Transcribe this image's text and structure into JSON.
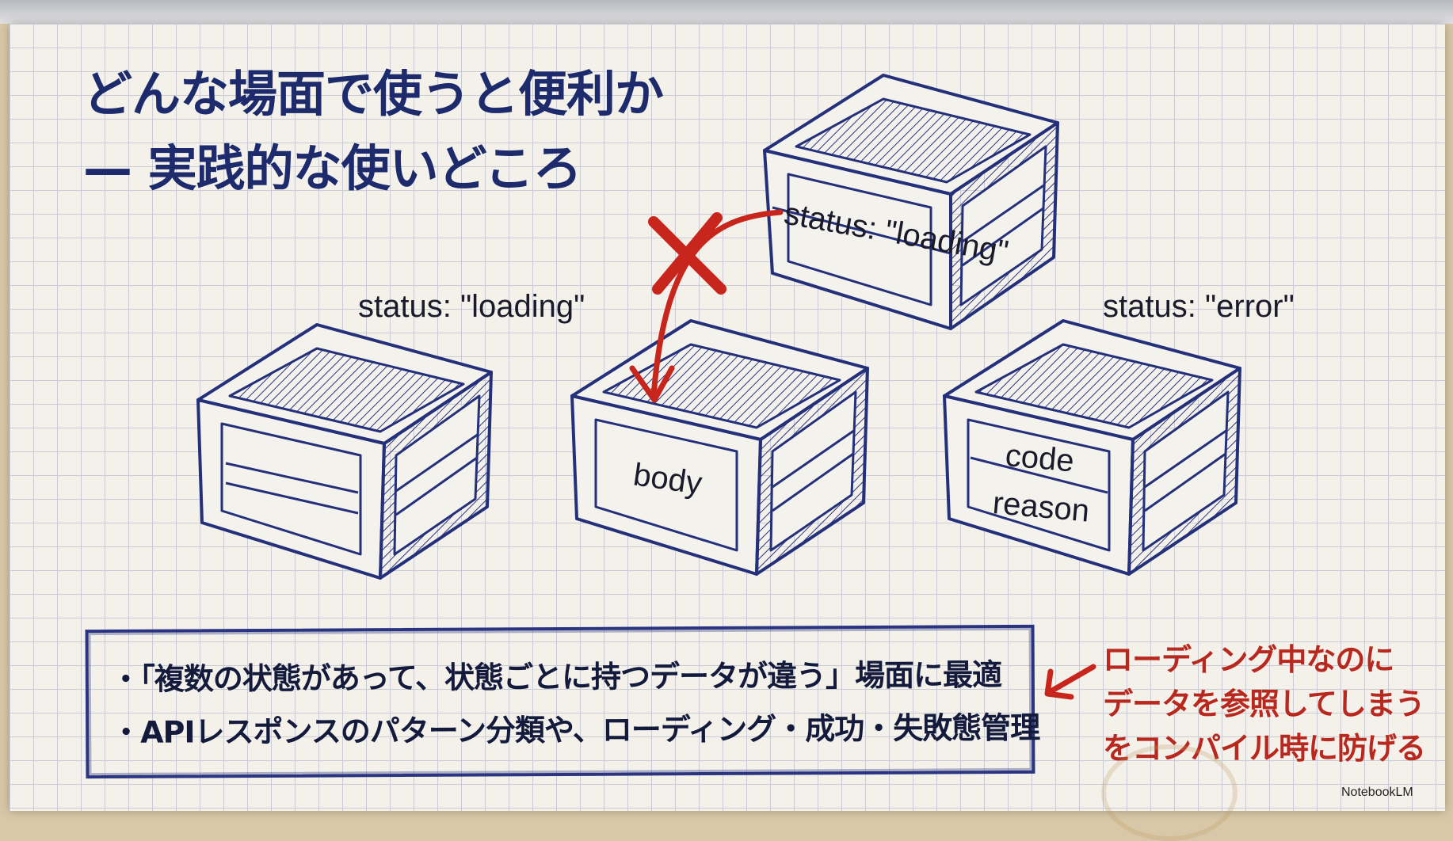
{
  "title": {
    "line1": "どんな場面で使うと便利か",
    "line2": "— 実践的な使いどころ"
  },
  "diagram": {
    "top_crate_label": "status: \"loading\"",
    "left_crate_label": "status: \"loading\"",
    "middle_crate_label": "body",
    "right_crate_label": "status: \"error\"",
    "right_crate_field1": "code",
    "right_crate_field2": "reason"
  },
  "summary": {
    "bullet1": "・「複数の状態があって、状態ごとに持つデータが違う」場面に最適",
    "bullet2": "・APIレスポンスのパターン分類や、ローディング・成功・失敗態管理"
  },
  "note": {
    "line1": "ローディング中なのに",
    "line2": "データを参照してしまう",
    "line3": "をコンパイル時に防げる"
  },
  "brand": "NotebookLM",
  "colors": {
    "ink": "#1d2a6b",
    "accent_red": "#c8261c"
  }
}
